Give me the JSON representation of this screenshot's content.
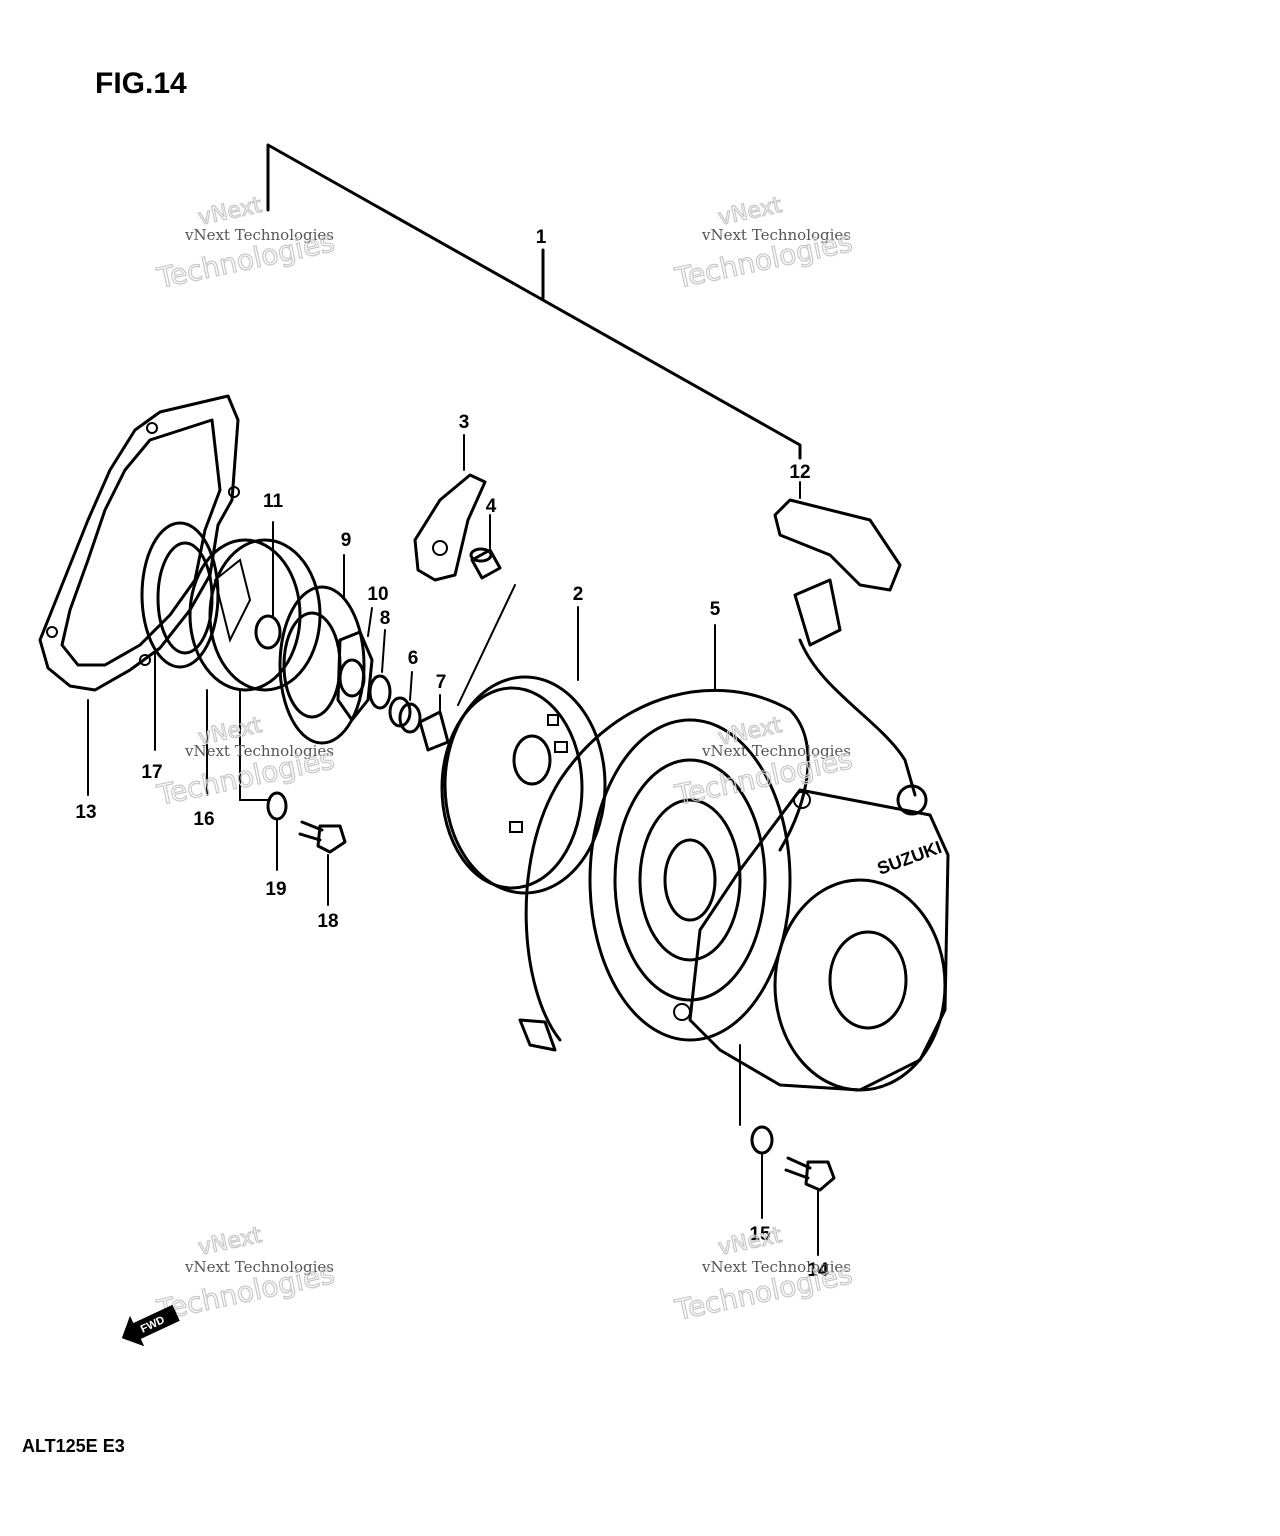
{
  "figure": {
    "title": "FIG.14",
    "model_code": "ALT125E  E3"
  },
  "callouts": [
    "1",
    "2",
    "3",
    "4",
    "5",
    "6",
    "7",
    "8",
    "9",
    "10",
    "11",
    "12",
    "13",
    "14",
    "15",
    "16",
    "17",
    "18",
    "19"
  ],
  "watermark": {
    "line1": "vNext Technologies",
    "line2": "vNext",
    "line3": "Technologies"
  },
  "housing_text": "SUZUKI",
  "direction_arrow": {
    "label": "FWD"
  },
  "icons": [
    "fwd-arrow-icon"
  ]
}
